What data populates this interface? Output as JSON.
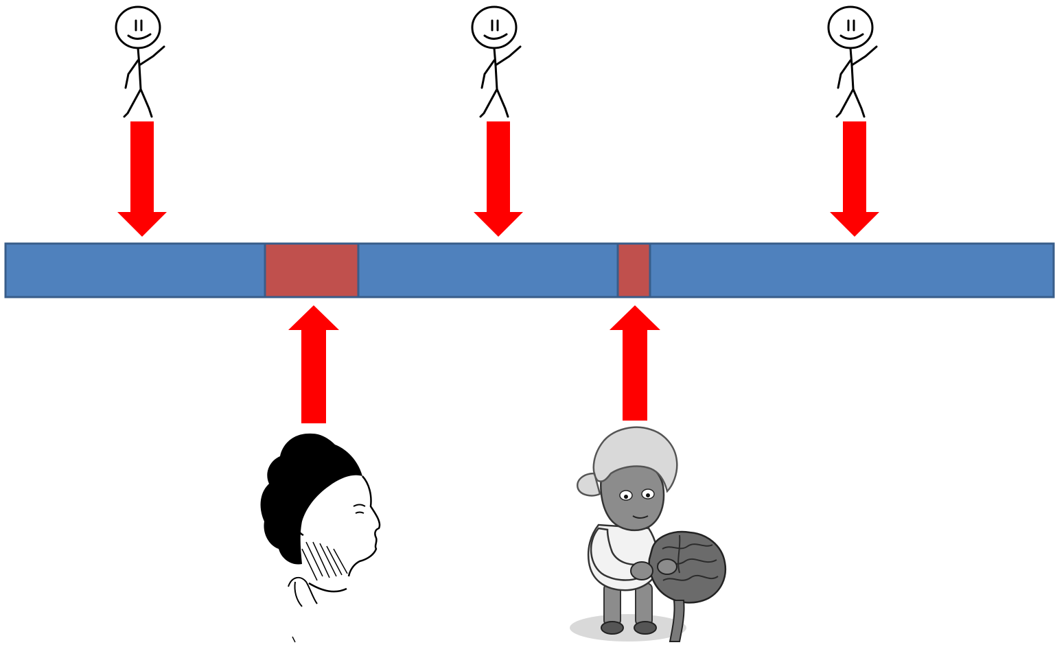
{
  "colors": {
    "bar_blue": "#4f81bd",
    "bar_red": "#c0504d",
    "bar_border": "#385d8a",
    "arrow_red": "#ff0000",
    "ink": "#000000",
    "gray_figure": "#8c8c8c"
  },
  "bar": {
    "segments": [
      {
        "kind": "blue"
      },
      {
        "kind": "red"
      },
      {
        "kind": "blue"
      },
      {
        "kind": "red"
      },
      {
        "kind": "blue"
      }
    ]
  },
  "figures_top": [
    {
      "icon": "stick-figure-icon"
    },
    {
      "icon": "stick-figure-icon"
    },
    {
      "icon": "stick-figure-icon"
    }
  ],
  "arrows_down": 3,
  "arrows_up": 2,
  "figures_bottom": [
    {
      "icon": "woman-portrait-sketch-icon"
    },
    {
      "icon": "woman-holding-brain-icon"
    }
  ]
}
